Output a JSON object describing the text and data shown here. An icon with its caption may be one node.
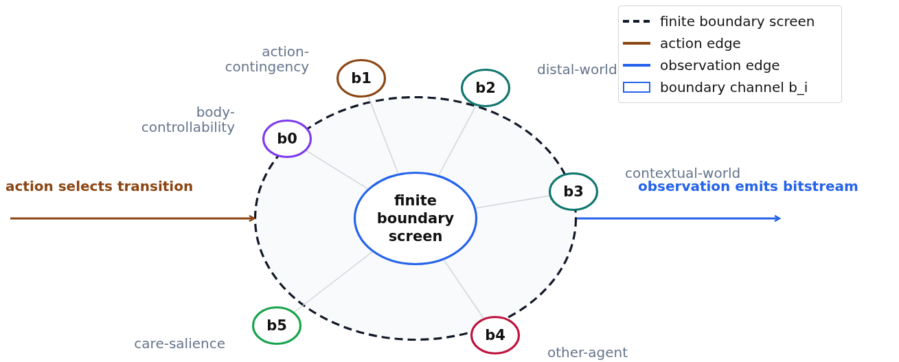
{
  "diagram": {
    "nodes": [
      {
        "text": [],
        "shape": "circle"
      },
      {
        "text": [
          "finite boundary screen"
        ],
        "in": 0
      },
      {
        "text": [
          "b0"
        ],
        "beside": [
          "body- controllability"
        ]
      },
      {
        "text": [
          "b1"
        ],
        "beside": [
          "action- contingency"
        ]
      },
      {
        "text": [
          "b2"
        ],
        "beside": [
          "distal-world"
        ]
      },
      {
        "text": [
          "b3"
        ],
        "beside": [
          "contextual-world"
        ]
      },
      {
        "text": [
          "b4"
        ],
        "beside": [
          "other-agent"
        ]
      },
      {
        "text": [
          "b5"
        ],
        "beside": [
          "care-salience"
        ]
      }
    ],
    "edges": [
      {
        "from": 1,
        "to": 2,
        "arrow": "none"
      },
      {
        "from": 1,
        "to": 3,
        "arrow": "none"
      },
      {
        "from": 1,
        "to": 4,
        "arrow": "none"
      },
      {
        "from": 1,
        "to": 5,
        "arrow": "none"
      },
      {
        "from": 1,
        "to": 6,
        "arrow": "none"
      },
      {
        "from": 1,
        "to": 7,
        "arrow": "none"
      },
      {
        "from": null,
        "to": 0,
        "arrow": "to",
        "label": "action selects transition",
        "color": "#8b4513"
      },
      {
        "from": 0,
        "to": null,
        "arrow": "to",
        "label": "observation emits bitstream",
        "color": "#2563eb"
      }
    ],
    "legend": [
      {
        "text": "finite boundary screen"
      },
      {
        "text": "action edge"
      },
      {
        "text": "observation edge"
      },
      {
        "text": "boundary channel b_i"
      }
    ]
  }
}
